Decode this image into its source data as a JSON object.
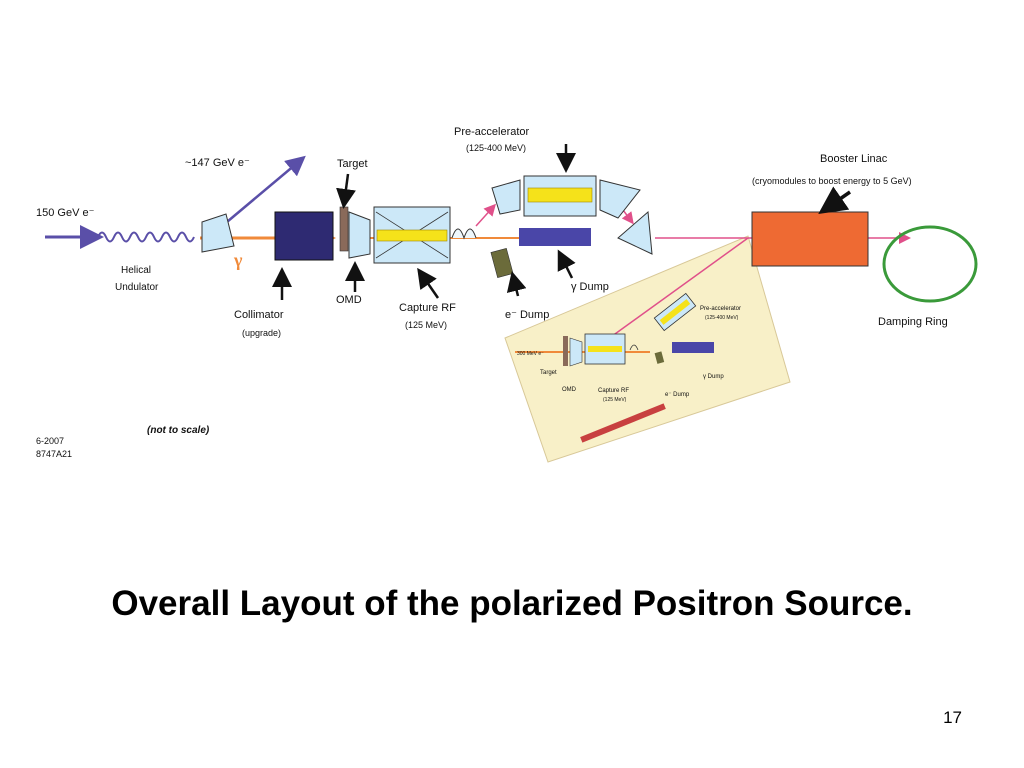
{
  "slide": {
    "title": "Overall Layout of the polarized Positron Source.",
    "page_number": "17"
  },
  "diagram": {
    "beam_in": "150 GeV e⁻",
    "beam_out": "~147 GeV e⁻",
    "gamma": "γ",
    "undulator": [
      "Helical",
      "Undulator"
    ],
    "collimator": [
      "Collimator",
      "(upgrade)"
    ],
    "target": "Target",
    "omd": "OMD",
    "capture_rf": [
      "Capture RF",
      "(125 MeV)"
    ],
    "pre_accelerator": [
      "Pre-accelerator",
      "(125-400 MeV)"
    ],
    "e_dump": "e⁻ Dump",
    "gamma_dump": "γ Dump",
    "booster_linac": [
      "Booster Linac",
      "(cryomodules to boost energy to 5 GeV)"
    ],
    "damping_ring": "Damping Ring",
    "not_to_scale": "(not to scale)",
    "date_code": [
      "6-2007",
      "8747A21"
    ],
    "inset": {
      "pre_accelerator": [
        "Pre-accelerator",
        "(125-400 MeV)"
      ],
      "beam": "300 MeV e⁻",
      "target": "Target",
      "omd": "OMD",
      "capture_rf": [
        "Capture RF",
        "(125 MeV)"
      ],
      "e_dump": "e⁻ Dump",
      "gamma_dump": "γ Dump"
    }
  },
  "colors": {
    "beam_blue": "#5a4fa8",
    "photon_orange": "#f08a3a",
    "linac_orange": "#ee6a33",
    "ring_green": "#3a9a3a",
    "dump_blue": "#4a46a8",
    "inset_bg": "#f8f0c8",
    "pink_beam": "#e0508a"
  }
}
